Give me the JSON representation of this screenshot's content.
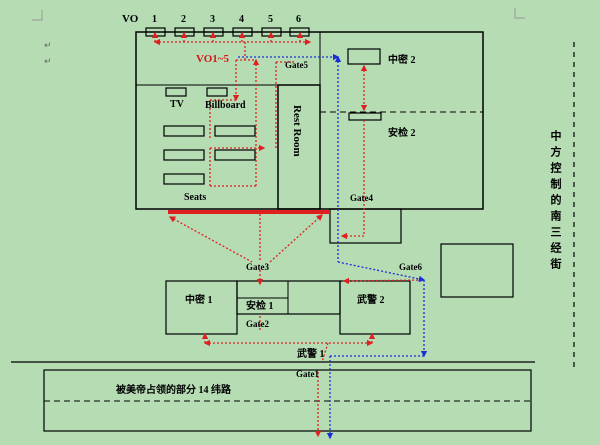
{
  "labels": {
    "vo": "VO",
    "vo_numbers": [
      "1",
      "2",
      "3",
      "4",
      "5",
      "6"
    ],
    "vo_range": "VO1~5",
    "tv": "TV",
    "billboard": "Billboard",
    "seats": "Seats",
    "rest_room": "Rest Room",
    "zhongmi_2": "中密 2",
    "anjian_2": "安检 2",
    "gate5": "Gate5",
    "gate4": "Gate4",
    "gate3": "Gate3",
    "gate6": "Gate6",
    "gate2": "Gate2",
    "gate1": "Gate1",
    "zhongmi_1": "中密 1",
    "anjian_1": "安检 1",
    "wujing_2": "武警 2",
    "wujing_1": "武警 1",
    "road": "被美帝占领的部分 14 纬路",
    "street": "中方控制的南三经街"
  },
  "colors": {
    "red_route": "#e02020",
    "blue_route": "#1a2fd6",
    "vo_range": "#d81818"
  }
}
